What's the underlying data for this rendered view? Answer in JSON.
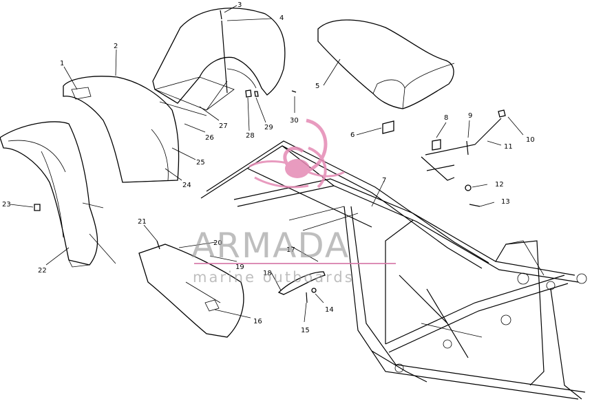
{
  "callouts": [
    "1",
    "2",
    "3",
    "4",
    "5",
    "6",
    "7",
    "8",
    "9",
    "10",
    "11",
    "12",
    "13",
    "14",
    "15",
    "16",
    "17",
    "18",
    "19",
    "20",
    "21",
    "22",
    "23",
    "24",
    "25",
    "26",
    "27",
    "28",
    "29",
    "30"
  ],
  "watermark": {
    "title": "ARMADA",
    "subtitle": "marine outboards",
    "logo_color": "#e58ab4",
    "line_color": "#d77aa9"
  },
  "ink_color": "#000000"
}
